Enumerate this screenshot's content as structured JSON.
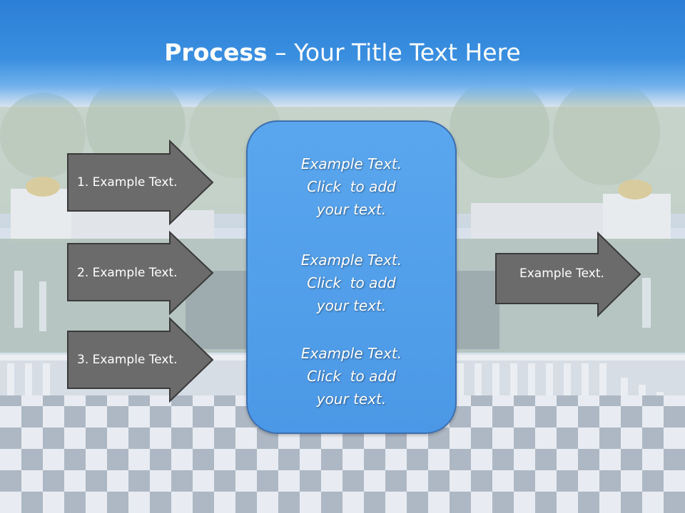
{
  "title": {
    "bold": "Process",
    "rest": " – Your Title Text Here"
  },
  "left_arrows": [
    {
      "label": "1. Example Text."
    },
    {
      "label": "2. Example Text."
    },
    {
      "label": "3. Example Text."
    }
  ],
  "center_box": {
    "items": [
      "Example Text.\nClick  to add\nyour text.",
      "Example Text.\nClick  to add\nyour text.",
      "Example Text.\nClick  to add\nyour text."
    ]
  },
  "right_arrow": {
    "label": "Example Text."
  },
  "colors": {
    "header": "#2c7fd6",
    "arrow_fill": "#6b6b6b",
    "box_fill": "#4f9ce8"
  }
}
